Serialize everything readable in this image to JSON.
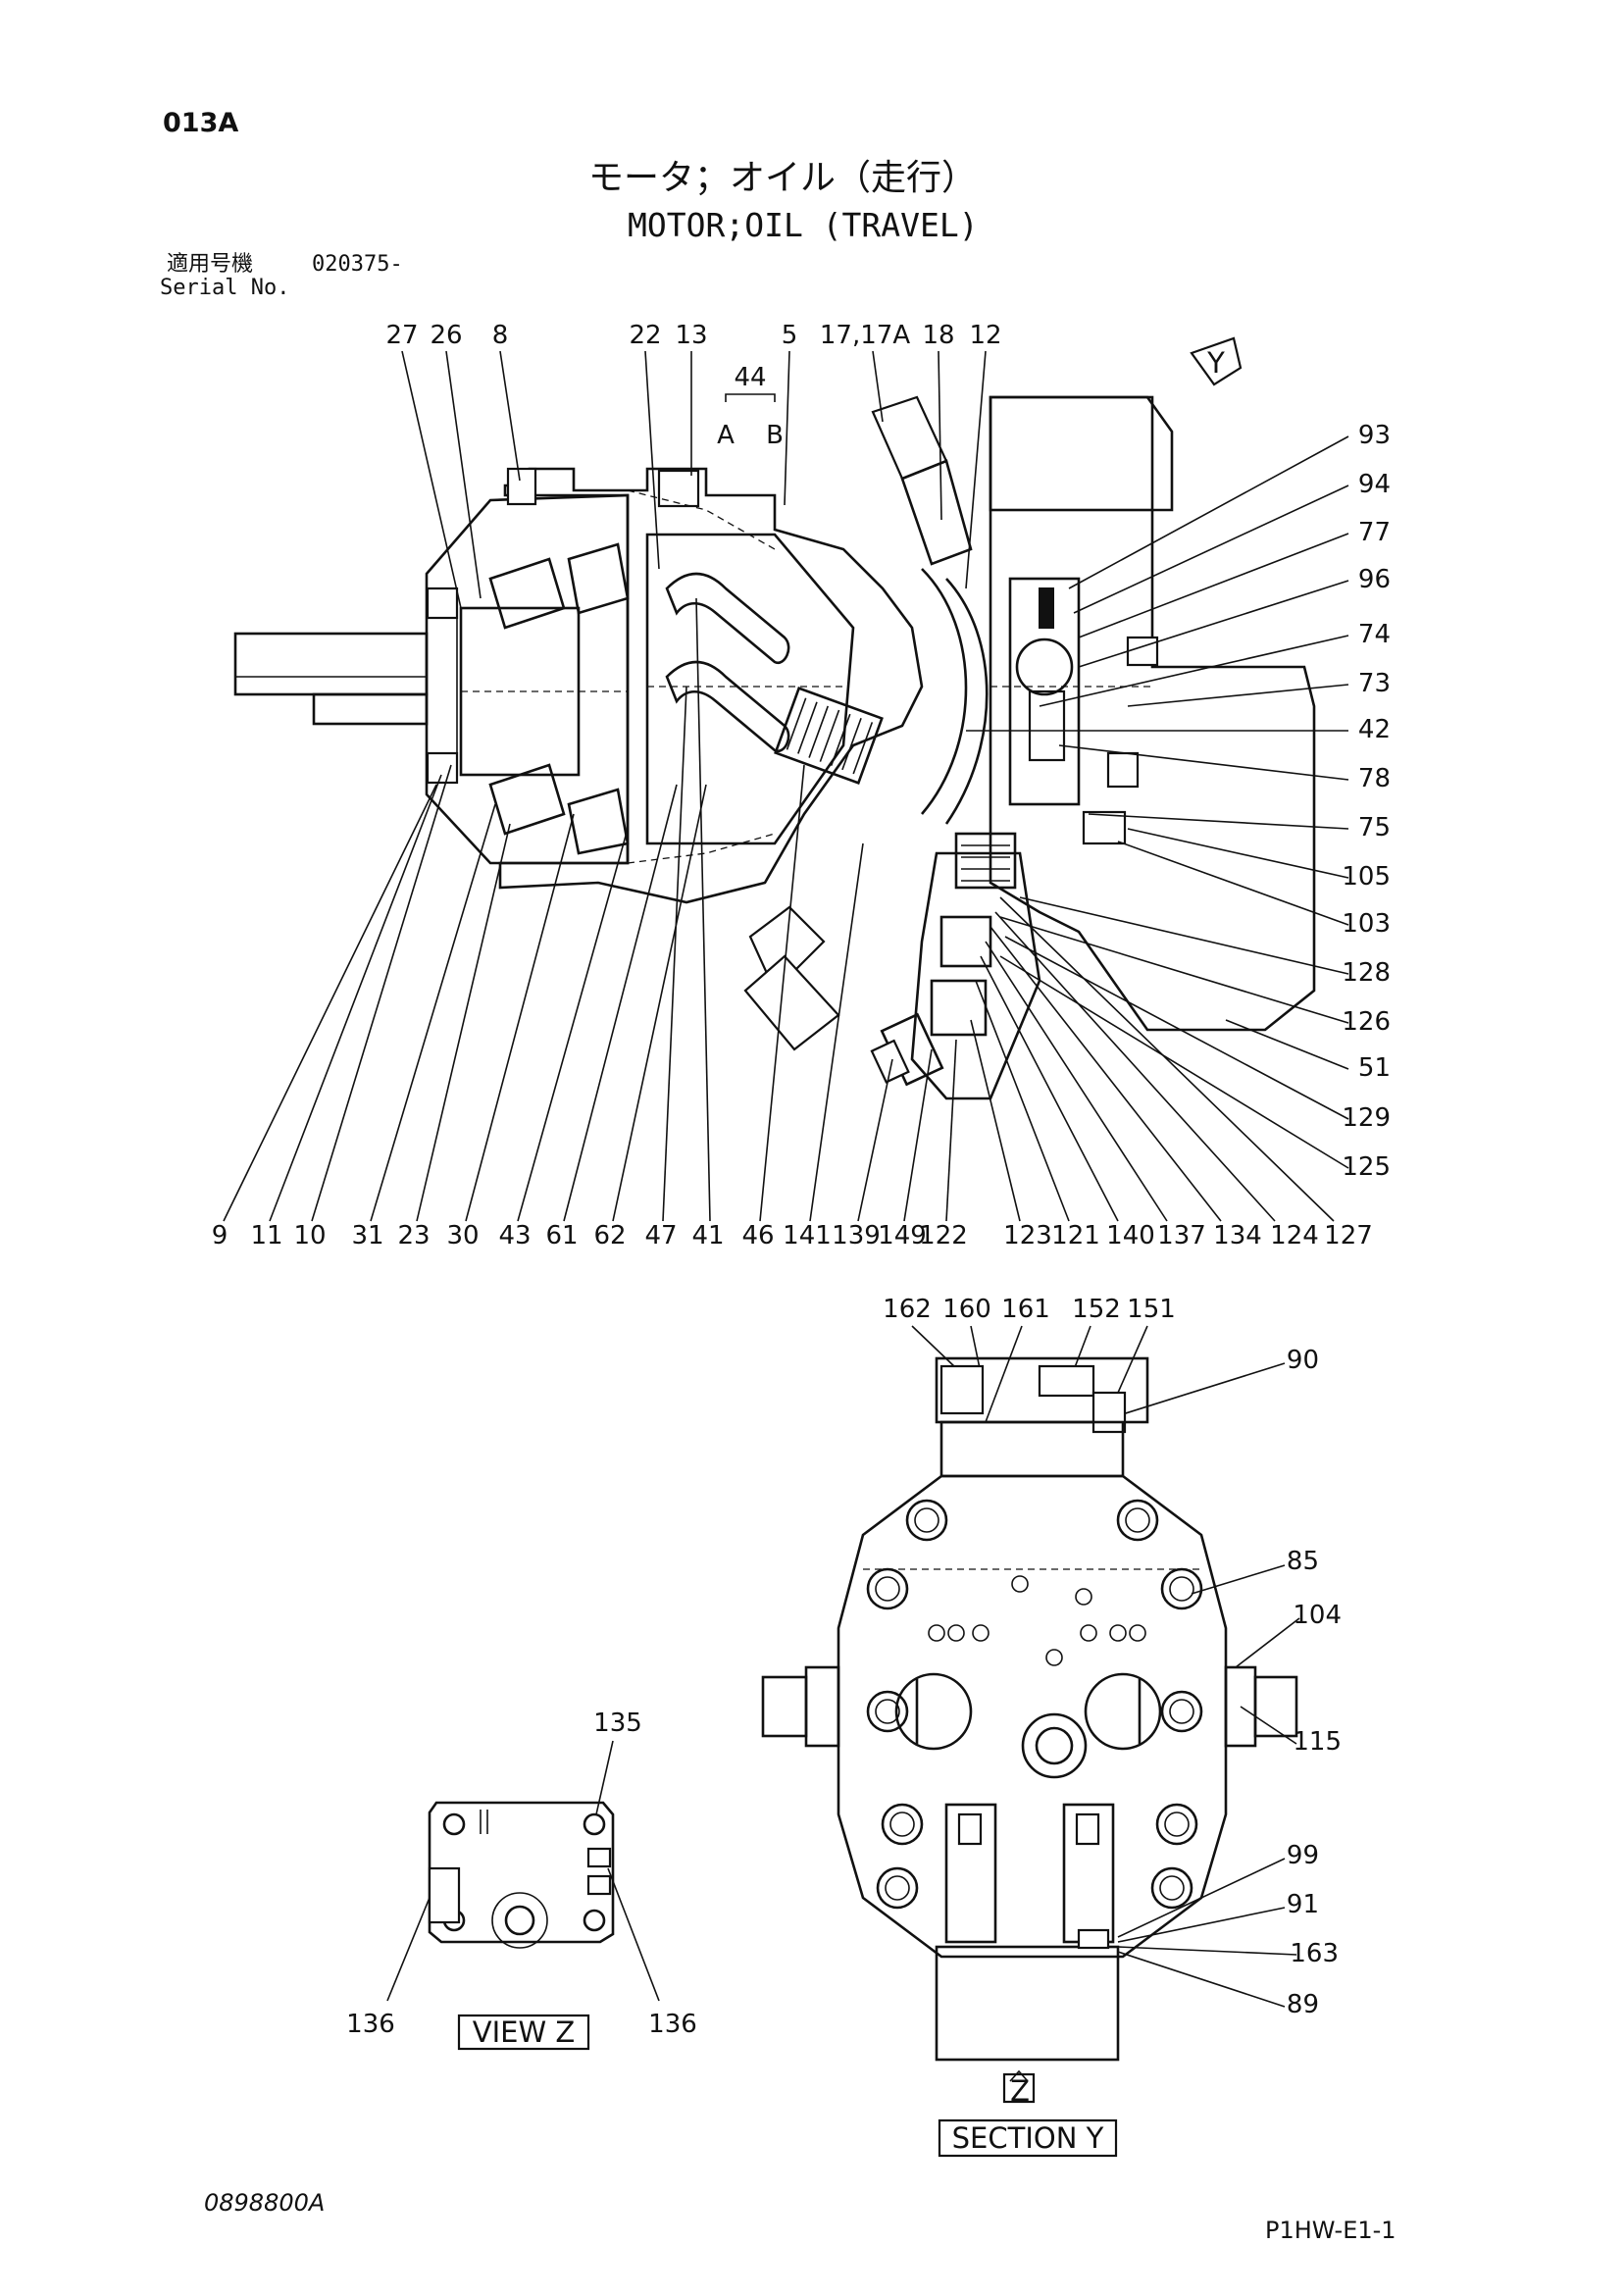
{
  "page": {
    "page_code": "013A",
    "title_jp": "モータ；オイル（走行）",
    "title_en": "MOTOR;OIL (TRAVEL)",
    "serial_label_jp": "適用号機",
    "serial_value": "020375-",
    "serial_label_en": "Serial No.",
    "drawing_no": "0898800A",
    "sheet_code": "P1HW-E1-1"
  },
  "main_view": {
    "group_label": "44",
    "group_sub_a": "A",
    "group_sub_b": "B",
    "view_marker": "Y",
    "top_callouts": [
      "27",
      "26",
      "8",
      "22",
      "13",
      "5",
      "17,17A",
      "18",
      "12"
    ],
    "right_callouts": [
      "93",
      "94",
      "77",
      "96",
      "74",
      "73",
      "42",
      "78",
      "75",
      "105",
      "103",
      "128",
      "126",
      "51",
      "129",
      "125"
    ],
    "bottom_callouts": [
      "9",
      "11",
      "10",
      "31",
      "23",
      "30",
      "43",
      "61",
      "62",
      "47",
      "41",
      "46",
      "141",
      "139",
      "149",
      "122",
      "123",
      "121",
      "140",
      "137",
      "134",
      "124",
      "127"
    ]
  },
  "section_y": {
    "title": "SECTION Y",
    "marker": "Z",
    "top_callouts": [
      "162",
      "160",
      "161",
      "152",
      "151"
    ],
    "right_callouts": [
      "90",
      "85",
      "104",
      "115",
      "99",
      "91",
      "163",
      "89"
    ]
  },
  "view_z": {
    "title": "VIEW Z",
    "callouts": [
      "135",
      "136",
      "136"
    ]
  }
}
